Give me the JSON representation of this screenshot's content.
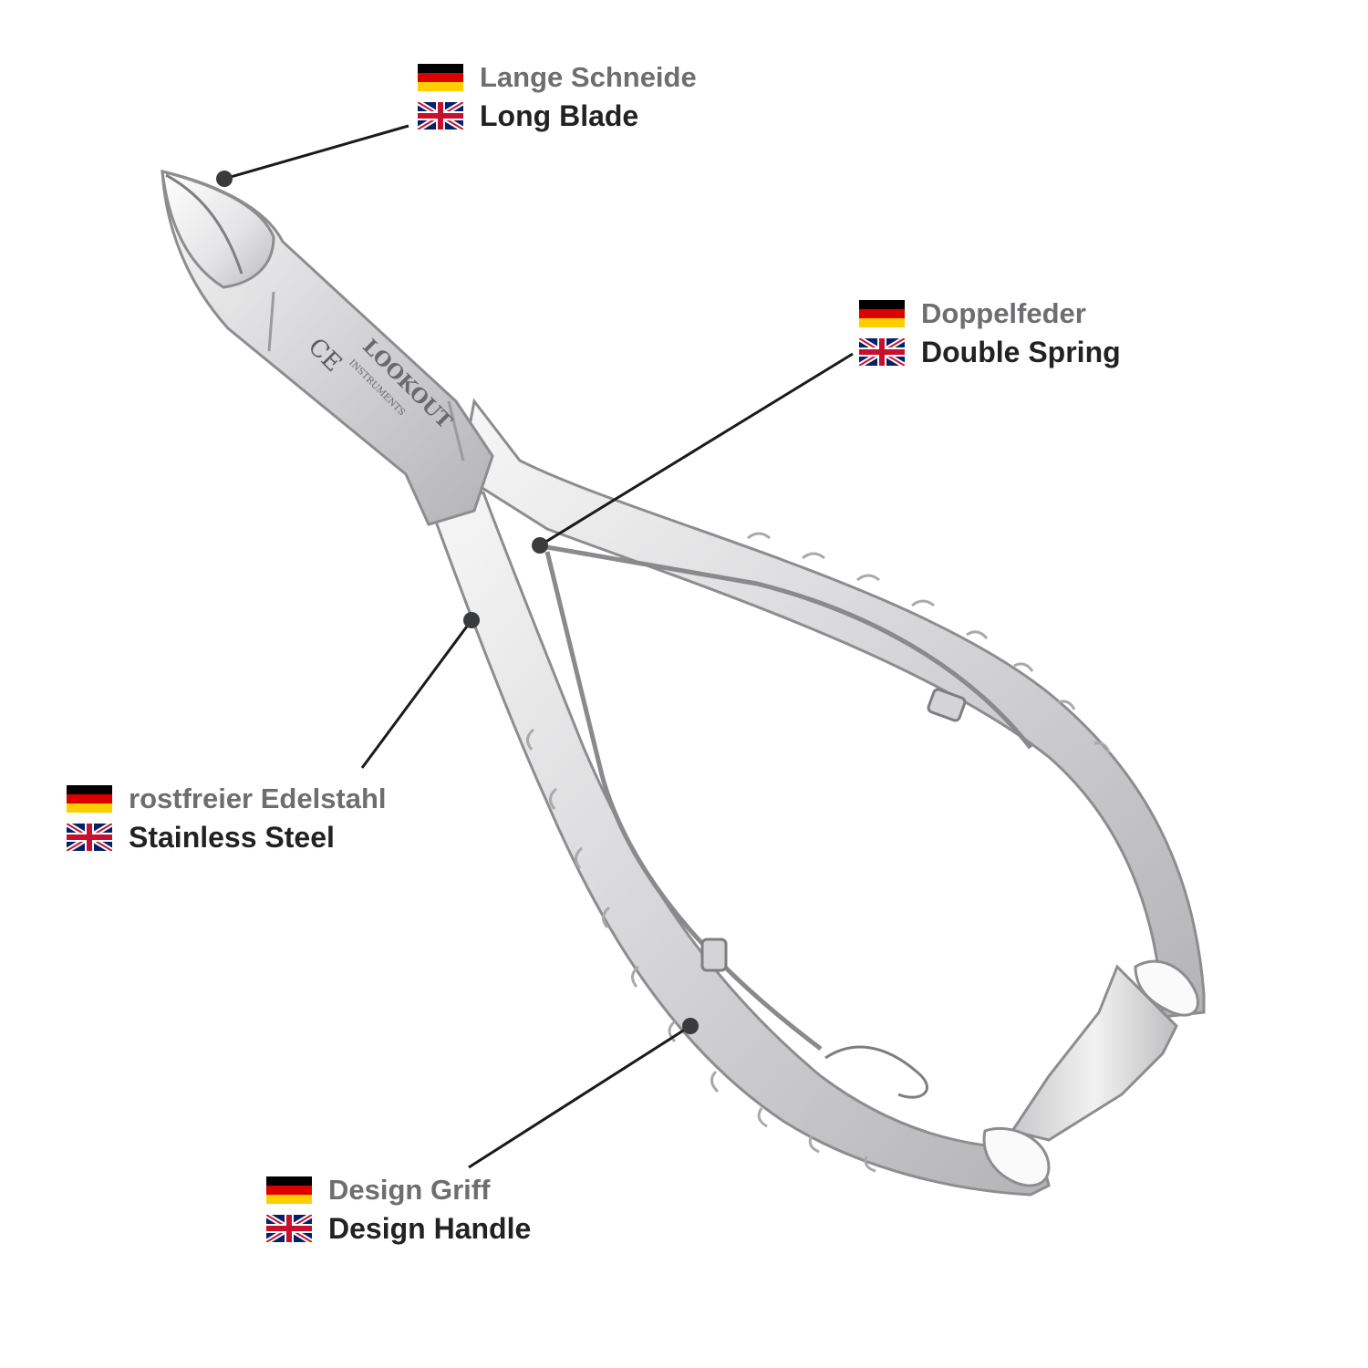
{
  "annotations": [
    {
      "id": "long-blade",
      "de": "Lange Schneide",
      "en": "Long Blade"
    },
    {
      "id": "double-spring",
      "de": "Doppelfeder",
      "en": "Double Spring"
    },
    {
      "id": "stainless-steel",
      "de": "rostfreier Edelstahl",
      "en": "Stainless Steel"
    },
    {
      "id": "design-handle",
      "de": "Design Griff",
      "en": "Design Handle"
    }
  ],
  "flags": {
    "de": "germany-flag-icon",
    "en": "uk-flag-icon"
  },
  "brand": {
    "mark": "CE",
    "logo": "LOOKOUT",
    "sub": "INSTRUMENTS"
  },
  "colors": {
    "steel_light": "#eeeeee",
    "steel_mid": "#cfcfd1",
    "steel_dark": "#9a9a9c",
    "leader": "#1a1a1a",
    "dot": "#3a3b3d",
    "de_text": "#6e6e70",
    "en_text": "#222222"
  }
}
